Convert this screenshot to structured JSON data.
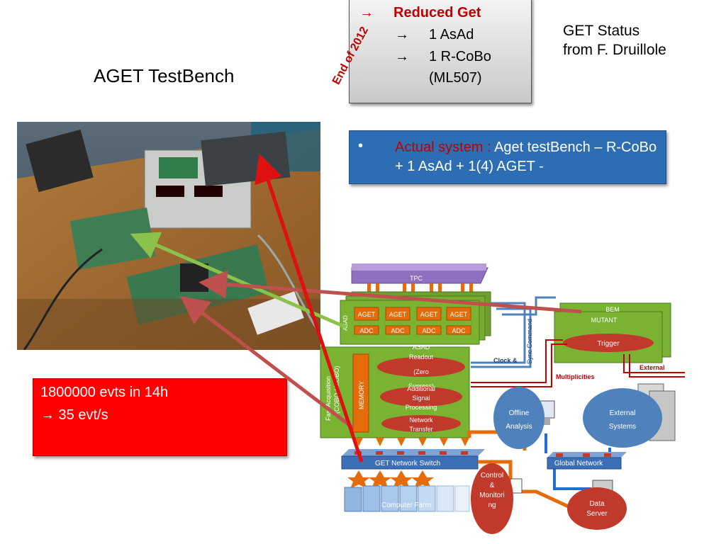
{
  "title": "AGET TestBench",
  "status": {
    "line1": "GET Status",
    "line2": "from F. Druillole"
  },
  "topbox": {
    "line1": "Reduced Get",
    "line2": "1 AsAd",
    "line3": "1 R-CoBo",
    "line4": "(ML507)",
    "arrow": "→",
    "side_label": "End of 2012"
  },
  "bluebox": {
    "bullet": "•",
    "highlight": "Actual system :",
    "text": " Aget testBench – R-CoBo + 1 AsAd + 1(4) AGET -"
  },
  "redbox": {
    "line1": "1800000 evts in 14h",
    "line2": "→ 35 evt/s"
  },
  "diagram": {
    "tpc": "TPC",
    "asad_side": "ASAD",
    "aget": "AGET",
    "adc": "ADC",
    "bem": "BEM",
    "mutant": "MUTANT",
    "trigger": "Trigger",
    "sync_command": "Sync Command",
    "clock": "Clock &",
    "external": "External",
    "multiplicities": "Multiplicities",
    "asad_readout": [
      "ASAD",
      "Readout",
      "(Zero",
      "Supress)"
    ],
    "signal_processing": [
      "Additional",
      "Signal",
      "Processing"
    ],
    "network_transfer": [
      "Network",
      "Transfer"
    ],
    "memory": "MEMORY",
    "fast_acq": [
      "Fast Acquisition",
      "(COBO / MOBO)"
    ],
    "get_network_switch": "GET Network Switch",
    "offline_analysis": [
      "Offline",
      "Analysis"
    ],
    "external_systems": [
      "External",
      "Systems"
    ],
    "global_network": "Global Network",
    "control_monitoring": [
      "Control",
      "&",
      "Monitori",
      "ng"
    ],
    "data_server": [
      "Data",
      "Server"
    ],
    "computer_farm": "Computer Farm"
  },
  "colors": {
    "red_text": "#c00000",
    "blue_box": "#2d6db3",
    "red_box": "#ff0000",
    "board_green": "#7ab332",
    "aget_orange": "#e46c0a",
    "node_red": "#c0392b",
    "node_blue": "#4f81bd",
    "tpc_purple": "#8e6fbf"
  }
}
